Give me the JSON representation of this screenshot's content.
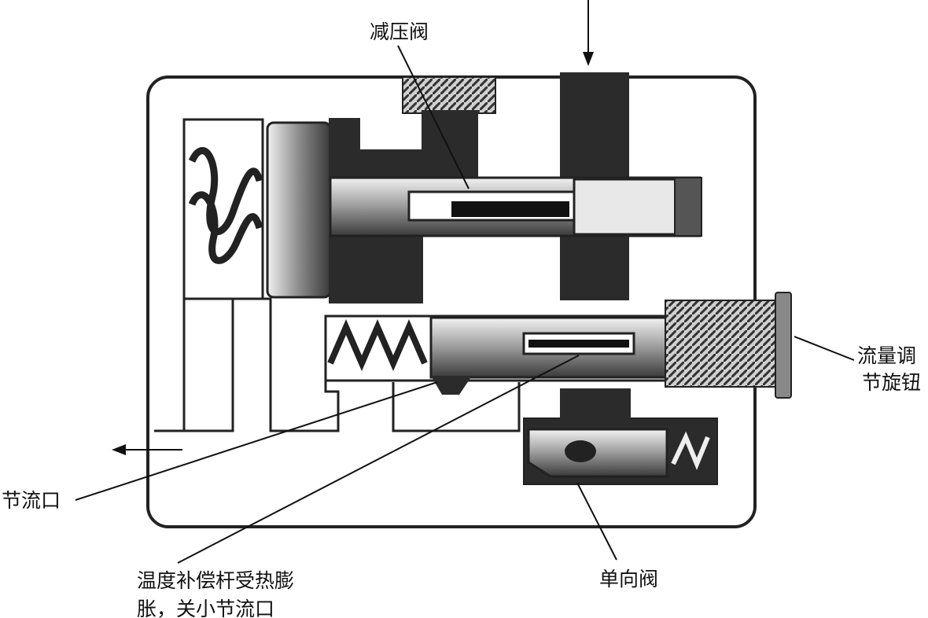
{
  "labels": {
    "pressure_reducing_valve": "减压阀",
    "flow_adjust_knob_line1": "流量调",
    "flow_adjust_knob_line2": "节旋钮",
    "throttle_port": "节流口",
    "temp_comp_line1": "温度补偿杆受热膨",
    "temp_comp_line2": "胀，关小节流口",
    "check_valve": "单向阀"
  },
  "colors": {
    "ink": "#111111",
    "dark_fill": "#2b2b2b",
    "mid_fill": "#8a8a8a",
    "light_fill": "#d9d9d9",
    "paper": "#ffffff"
  }
}
